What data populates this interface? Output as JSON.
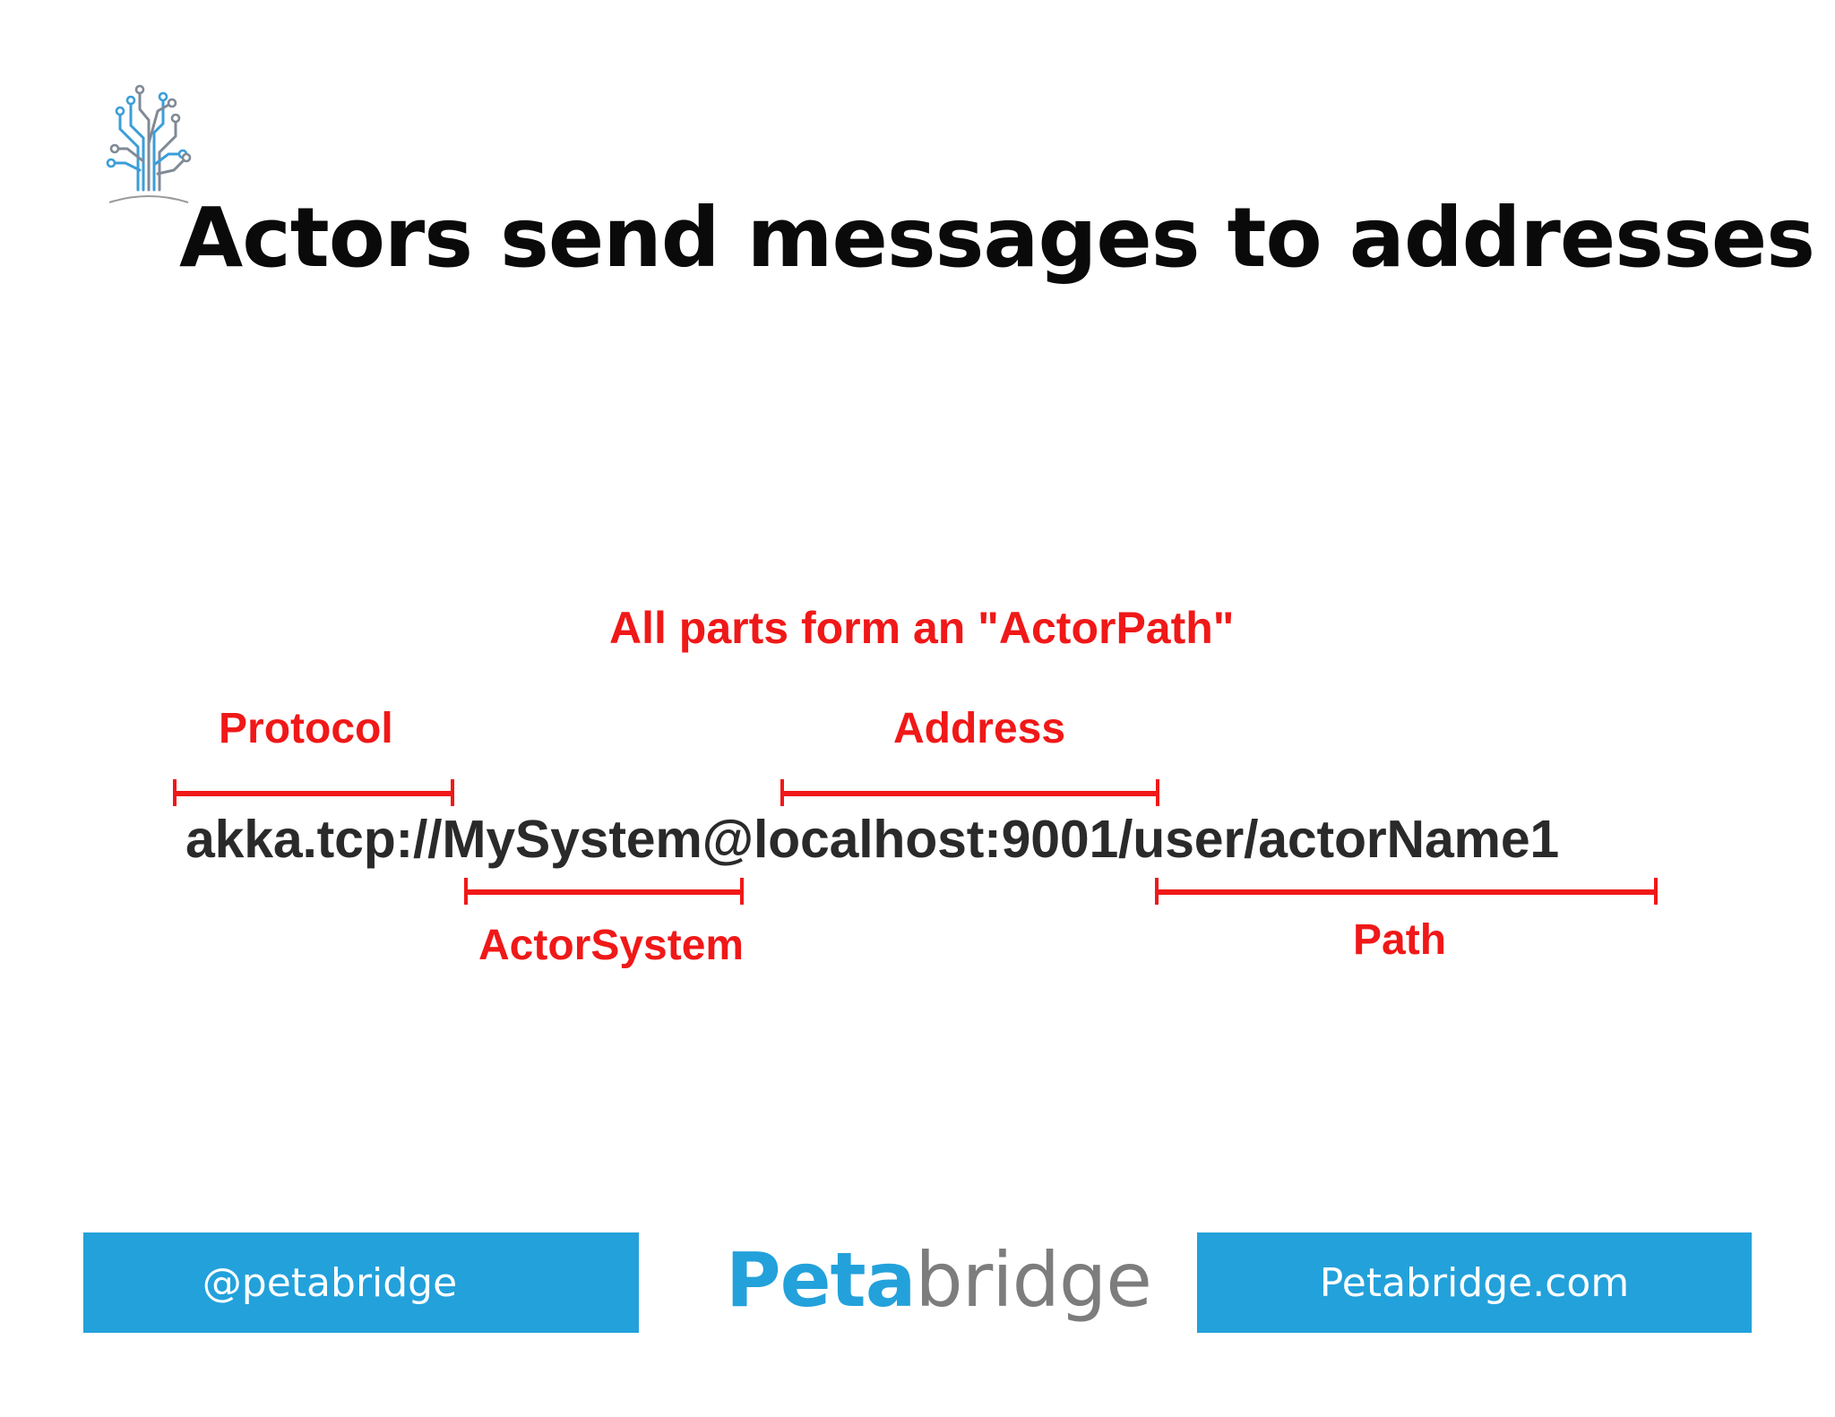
{
  "slide": {
    "title": "Actors send messages to addresses"
  },
  "diagram": {
    "heading": "All parts form an \"ActorPath\"",
    "actor_path": "akka.tcp://MySystem@localhost:9001/user/actorName1",
    "labels": {
      "protocol": "Protocol",
      "address": "Address",
      "actor_system": "ActorSystem",
      "path": "Path"
    },
    "annotation_color": "#f01818"
  },
  "footer": {
    "handle": "@petabridge",
    "brand_part1": "Peta",
    "brand_part2": "bridge",
    "website": "Petabridge.com",
    "brand_color": "#23a1db"
  },
  "icons": {
    "logo": "circuit-tree-icon"
  }
}
